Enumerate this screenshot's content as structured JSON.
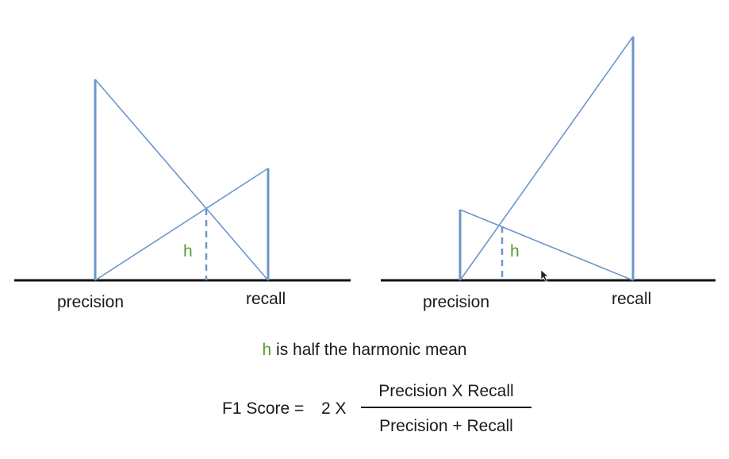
{
  "diagram": {
    "left_panel": {
      "precision_label": "precision",
      "recall_label": "recall",
      "h_label": "h"
    },
    "right_panel": {
      "precision_label": "precision",
      "recall_label": "recall",
      "h_label": "h"
    },
    "line_color": "#6d96c9",
    "axis_color": "#111111",
    "h_color": "#5a9a35"
  },
  "caption": {
    "h": "h",
    "text": " is half the harmonic mean"
  },
  "formula": {
    "label": "F1 Score =",
    "factor": "2 X",
    "numerator": "Precision X Recall",
    "denominator": "Precision + Recall"
  }
}
